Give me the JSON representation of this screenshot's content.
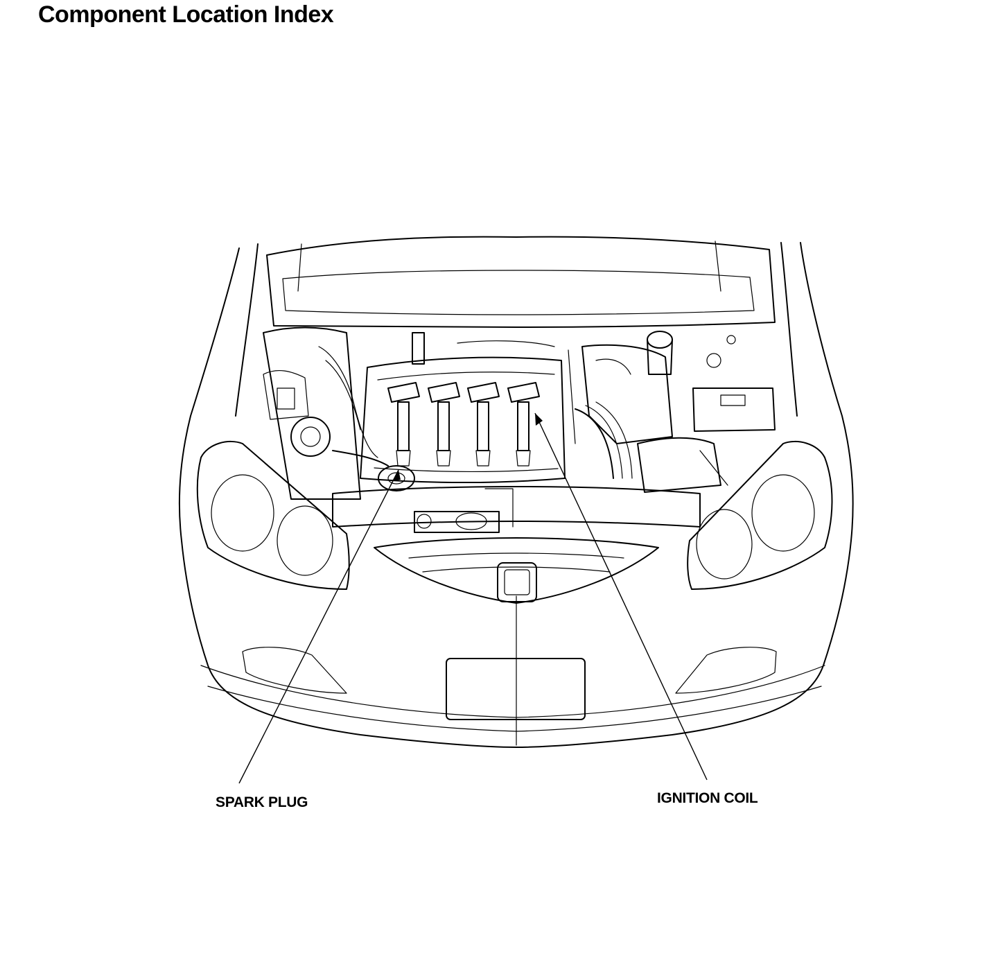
{
  "page": {
    "title": "Component Location Index"
  },
  "callouts": [
    {
      "id": "spark-plug",
      "label": "SPARK PLUG"
    },
    {
      "id": "ignition-coil",
      "label": "IGNITION COIL"
    }
  ],
  "colors": {
    "ink": "#000000",
    "paper": "#ffffff"
  }
}
